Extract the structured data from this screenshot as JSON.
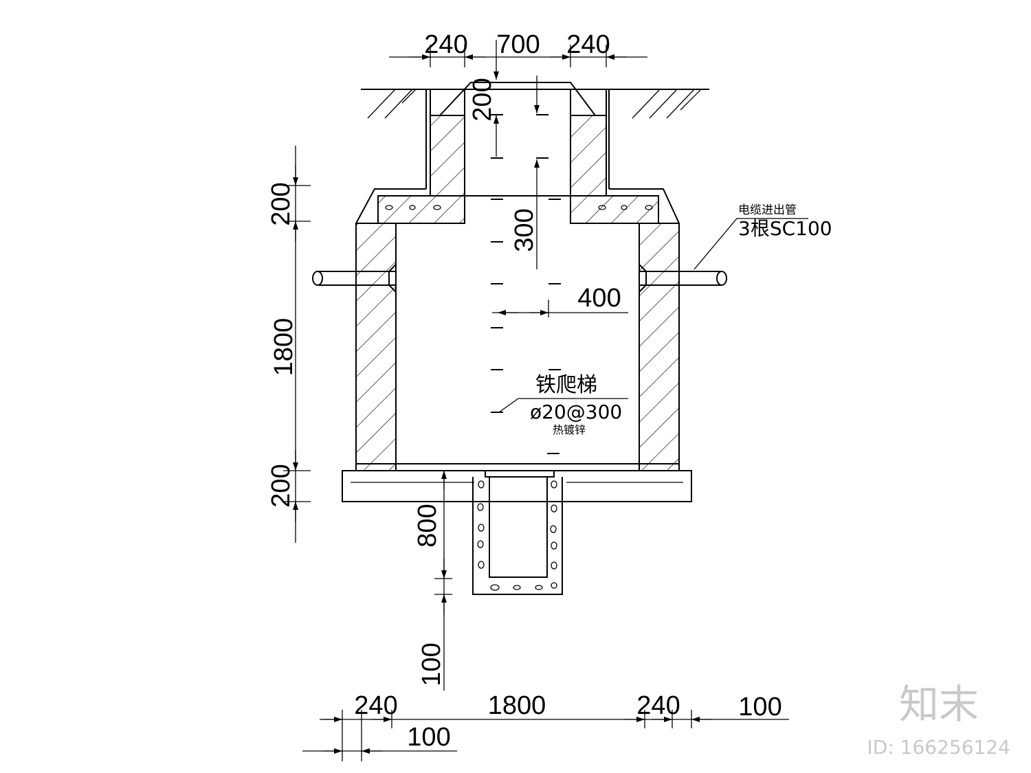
{
  "dimensions": {
    "top_wall_left": "240",
    "top_opening": "700",
    "top_wall_right": "240",
    "neck_height": "200",
    "ladder_top_offset": "300",
    "ladder_offset": "400",
    "cover_slab": "200",
    "chamber_height": "1800",
    "base_slab": "200",
    "sump_depth": "800",
    "sump_bottom": "100",
    "bottom_wall_left": "240",
    "bottom_inner": "1800",
    "bottom_wall_right": "240",
    "bottom_right_extra": "100",
    "bottom_left_extra": "100"
  },
  "annotations": {
    "cable_conduit_title": "电缆进出管",
    "cable_conduit_spec": "3根SC100",
    "ladder_title": "铁爬梯",
    "ladder_spec": "ø20@300",
    "ladder_finish": "热镀锌"
  },
  "watermark": {
    "brand": "知末",
    "id": "ID: 166256124"
  }
}
